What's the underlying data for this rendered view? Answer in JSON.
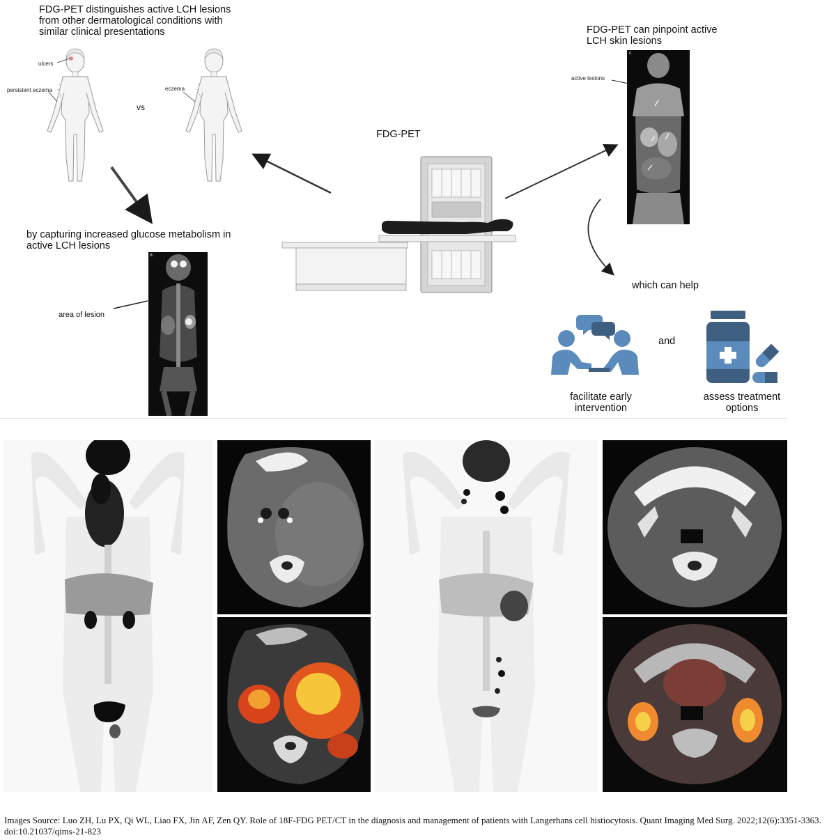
{
  "top": {
    "left_heading": "FDG-PET distinguishes active LCH lesions from other dermatological conditions with similar clinical presentations",
    "label_ulcers": "ulcers",
    "label_persistent_eczema": "persistent eczema",
    "label_vs": "vs",
    "label_eczema": "eczema",
    "lower_left_heading": "by capturing increased glucose metabolism in active LCH lesions",
    "scan_a_letter": "a",
    "label_area_of_lesion": "area of lesion",
    "center_label": "FDG-PET",
    "right_heading": "FDG-PET can pinpoint active LCH skin lesions",
    "scan_c_letter": "c",
    "label_active_lesions": "active lesions",
    "which_can_help": "which can help",
    "and": "and",
    "benefit_1": "facilitate early intervention",
    "benefit_2": "assess treatment options"
  },
  "colors": {
    "icon_blue": "#5b8bbd",
    "icon_dark": "#3f5f80"
  },
  "source": "Images Source: Luo ZH, Lu PX, Qi WL, Liao FX, Jin AF, Zen QY. Role of 18F-FDG PET/CT in the diagnosis and management of patients with Langerhans cell histiocytosis. Quant Imaging Med Surg. 2022;12(6):3351-3363. doi:10.21037/qims-21-823"
}
